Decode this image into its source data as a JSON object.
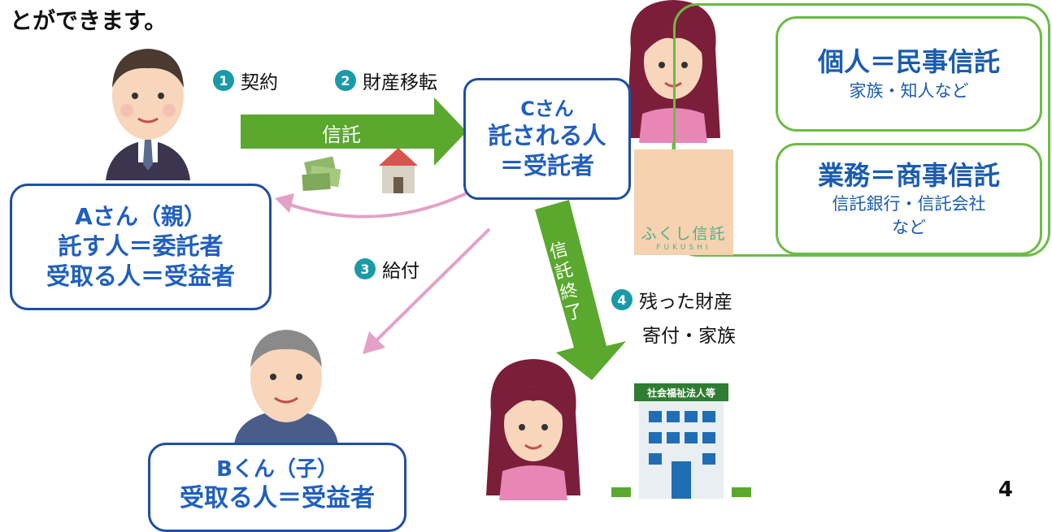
{
  "heading": "とができます。",
  "page_number": "4",
  "steps": {
    "s1_num": "1",
    "s1_label": "契約",
    "s2_num": "2",
    "s2_label": "財産移転",
    "s3_num": "3",
    "s3_label": "給付",
    "s4_num": "4",
    "s4_label": "残った財産",
    "s4_sub": "寄付・家族"
  },
  "arrows": {
    "trust_label": "信託",
    "trust_end_label": "信託終了"
  },
  "box_a": {
    "line1": "Aさん（親）",
    "line2": "託す人＝委託者",
    "line3": "受取る人＝受益者"
  },
  "box_c": {
    "line1": "Cさん",
    "line2": "託される人",
    "line3": "＝受託者"
  },
  "box_b": {
    "line1": "Bくん（子）",
    "line2": "受取る人＝受益者"
  },
  "civil_trust": {
    "title": "個人＝民事信託",
    "sub": "家族・知人など"
  },
  "commercial_trust": {
    "title": "業務＝商事信託",
    "sub1": "信託銀行・信託会社",
    "sub2": "など"
  },
  "logo": {
    "text": "ふくし信託",
    "sub": "FUKUSHI"
  },
  "welfare_sign": "社会福祉法人等",
  "colors": {
    "blue_border": "#1e4fa3",
    "blue_text": "#1f5fc0",
    "green": "#6cbb46",
    "green_arrow": "#5aa82e",
    "pink_arrow": "#e4a0c8",
    "teal_number": "#1a9aa8"
  },
  "icons": [
    "man-elder-icon",
    "woman-trustee-icon",
    "boy-beneficiary-icon",
    "woman-family-icon",
    "money-icon",
    "house-icon",
    "owl-logo-icon",
    "building-icon"
  ]
}
